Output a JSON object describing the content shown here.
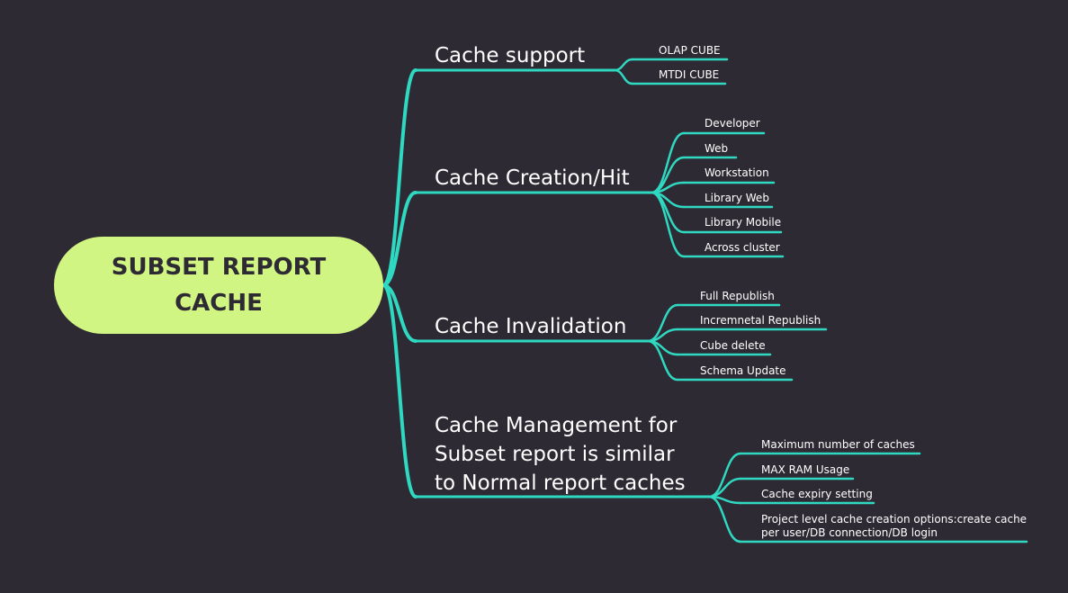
{
  "root": {
    "label": "SUBSET REPORT CACHE"
  },
  "branches": [
    {
      "label": "Cache support",
      "children": [
        "OLAP CUBE",
        "MTDI CUBE"
      ]
    },
    {
      "label": "Cache Creation/Hit",
      "children": [
        "Developer",
        "Web",
        "Workstation",
        "Library Web",
        "Library Mobile",
        "Across cluster"
      ]
    },
    {
      "label": "Cache Invalidation",
      "children": [
        "Full Republish",
        "Incremnetal Republish",
        "Cube delete",
        "Schema Update"
      ]
    },
    {
      "label_lines": [
        "Cache Management for",
        "Subset report is similar",
        "to Normal report caches"
      ],
      "children": [
        "Maximum number of caches",
        "MAX RAM Usage",
        "Cache expiry setting"
      ],
      "long_child": {
        "lines": [
          "Project level cache creation options:create cache",
          "per user/DB connection/DB login"
        ]
      }
    }
  ],
  "colors": {
    "background": "#2e2a33",
    "line": "#2fd8c1",
    "root_fill": "#d1f582",
    "text": "#ffffff"
  }
}
